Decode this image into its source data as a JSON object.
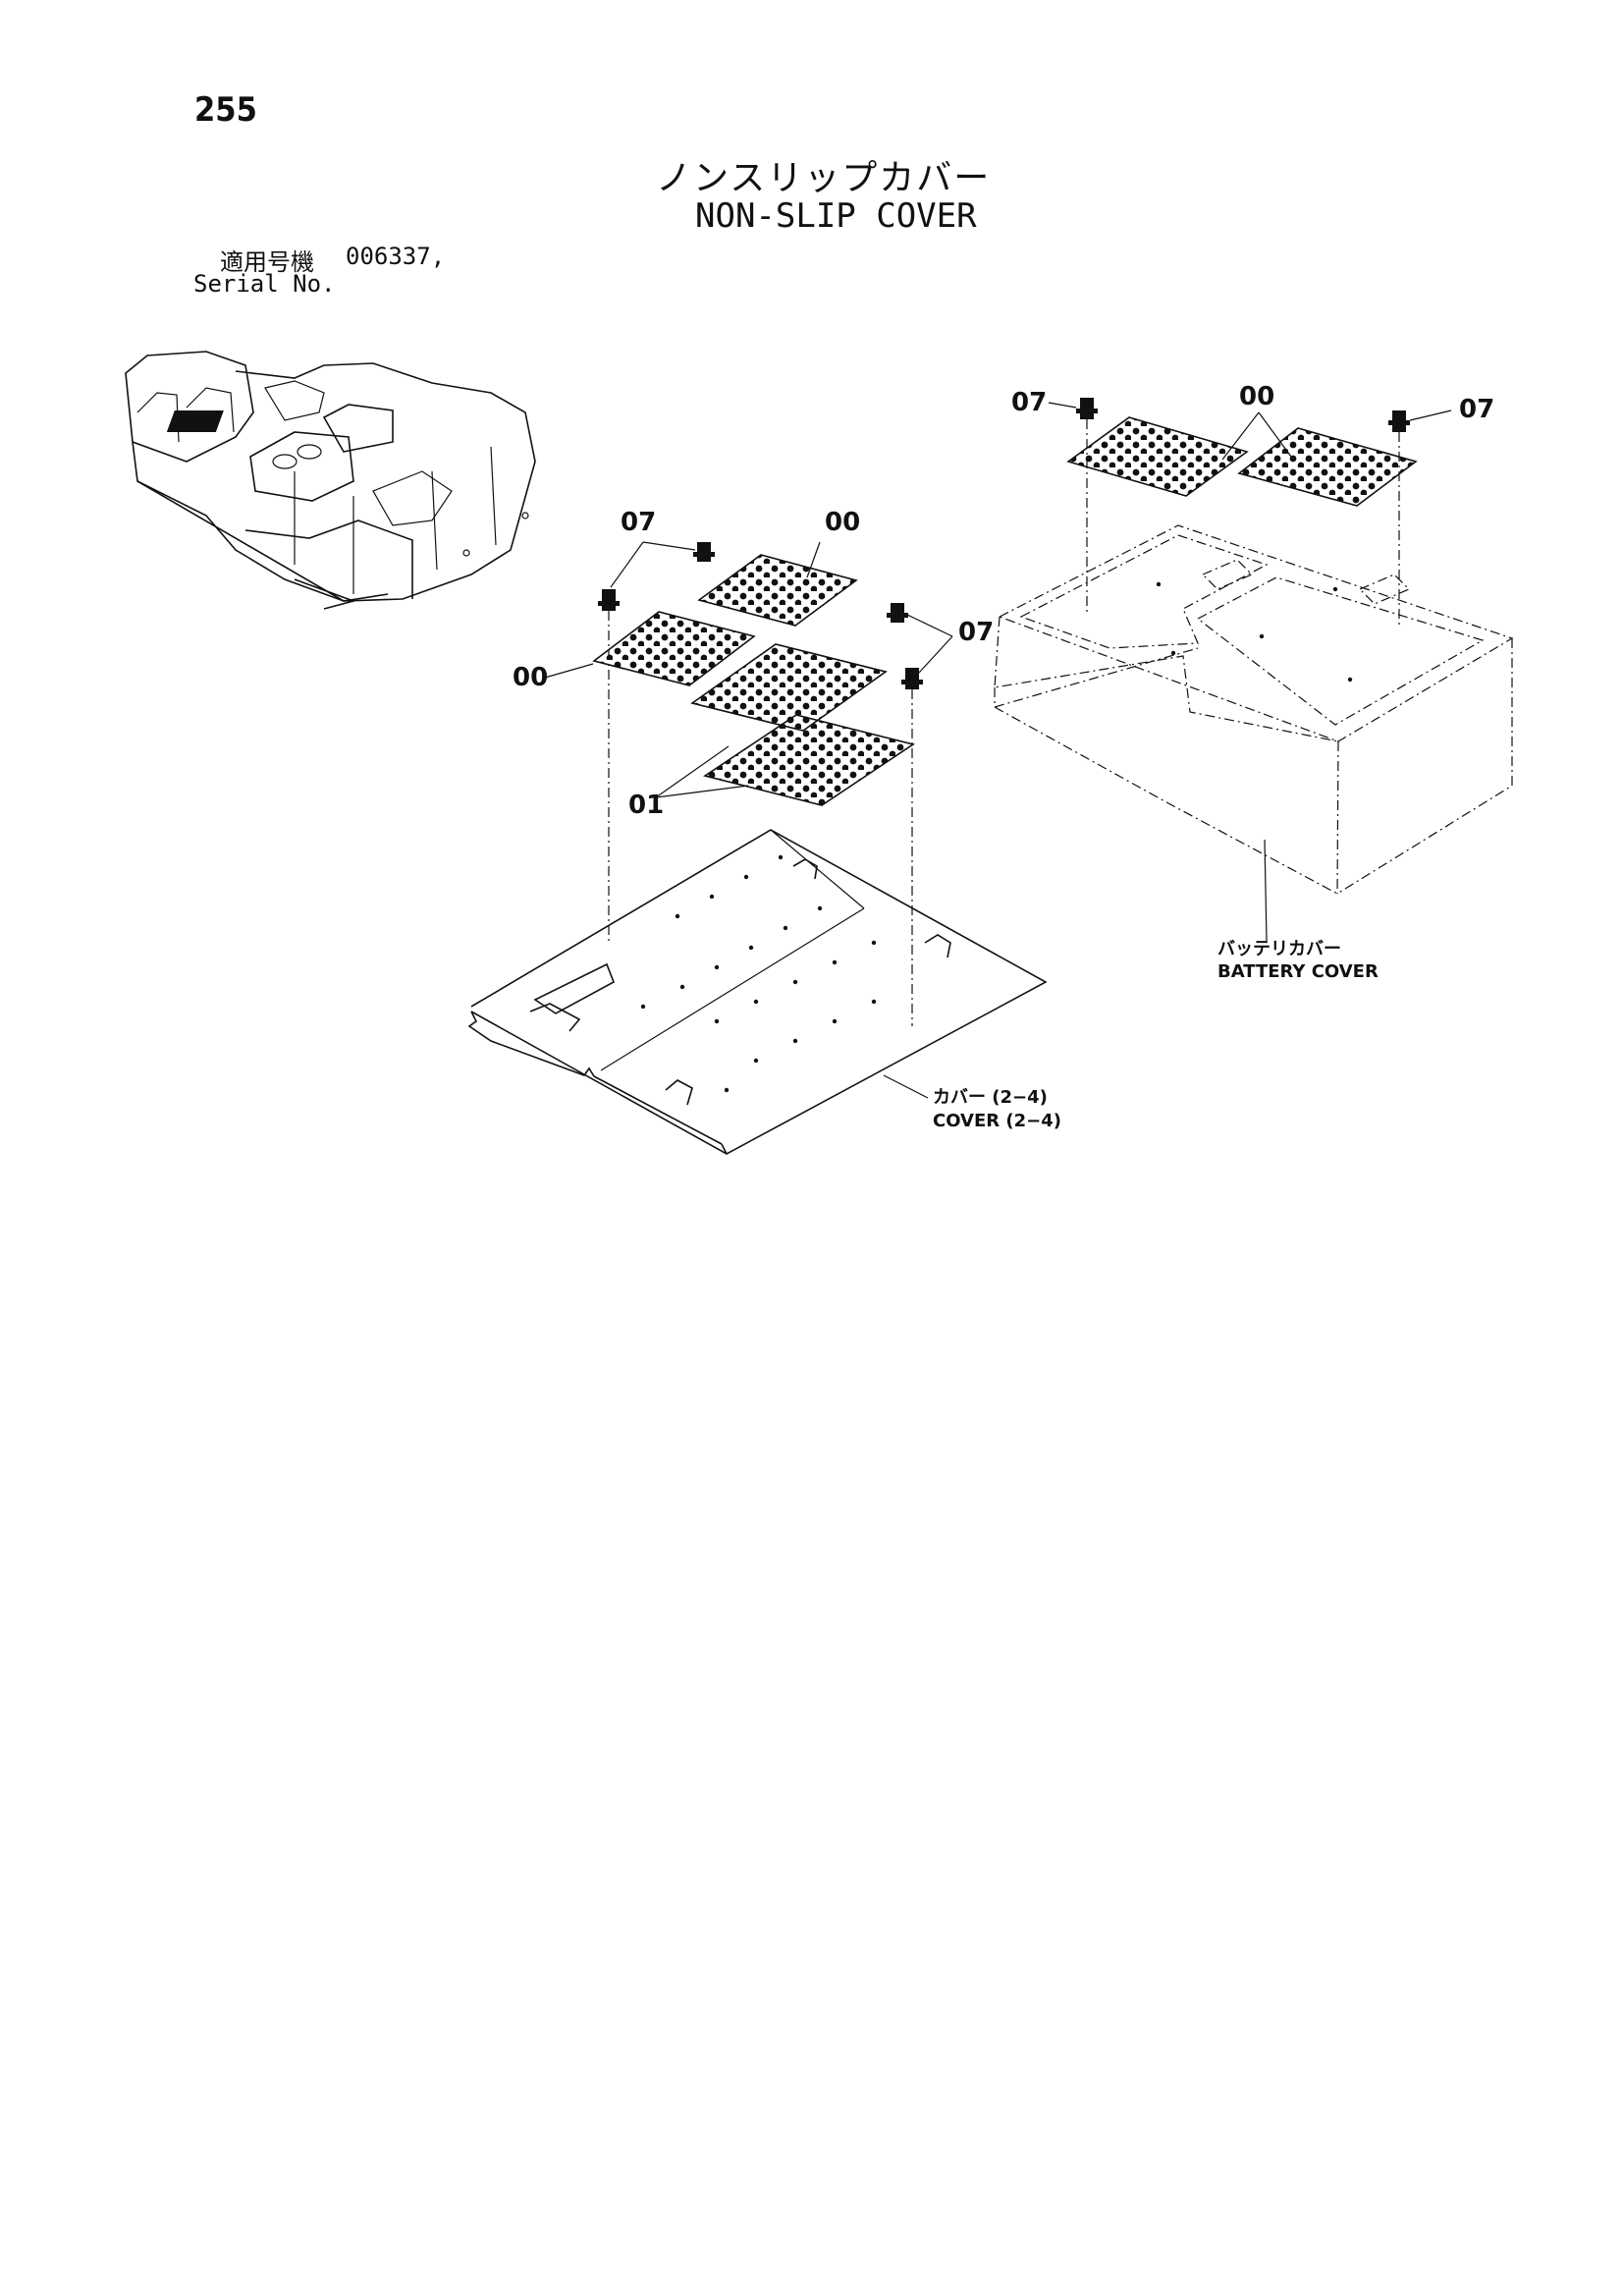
{
  "page": {
    "number": "255",
    "title_jp": "ノンスリップカバー",
    "title_en": "NON-SLIP COVER",
    "serial_label_jp": "適用号機",
    "serial_label_en": "Serial No.",
    "serial_value": "006337,"
  },
  "callouts": {
    "c07_mid": "07",
    "c00_mid_top": "00",
    "c00_mid_left": "00",
    "c07_mid_right": "07",
    "c01_mid": "01",
    "c07_right_left": "07",
    "c00_right": "00",
    "c07_right_right": "07"
  },
  "labels": {
    "battery_cover_jp": "バッテリカバー",
    "battery_cover_en": "BATTERY COVER",
    "cover_jp": "カバー (2−4)",
    "cover_en": "COVER (2−4)"
  }
}
